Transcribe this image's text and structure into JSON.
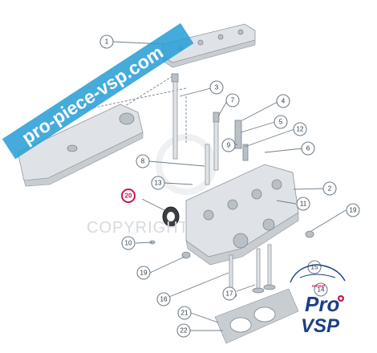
{
  "watermark": {
    "banner_text": "pro-piece-vsp.com",
    "copyright_text": "COPYRIGHT",
    "banner_color": "#2a9fd6"
  },
  "logo": {
    "pro": "Pro",
    "vsp": "VSP",
    "group": "GROUP",
    "brand_blue": "#1d3f86",
    "brand_red": "#c8174e"
  },
  "callouts": {
    "c1": "1",
    "c2": "2",
    "c3": "3",
    "c4": "4",
    "c5": "5",
    "c6": "6",
    "c7": "7",
    "c8": "8",
    "c9": "9",
    "c10": "10",
    "c11": "11",
    "c12": "12",
    "c13": "13",
    "c14": "14",
    "c15": "15",
    "c16": "16",
    "c17": "17",
    "c19a": "19",
    "c19b": "19",
    "c20": "20",
    "c21": "21",
    "c22": "22"
  },
  "highlight_color": "#c8174e"
}
